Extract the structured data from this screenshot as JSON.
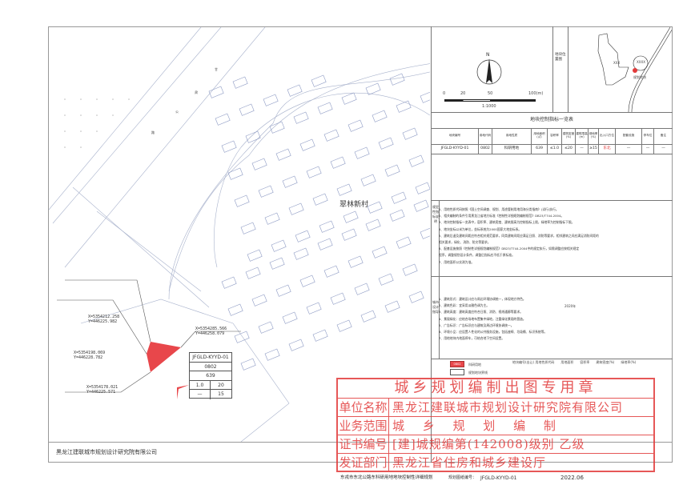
{
  "map": {
    "village_label": "翠林新村",
    "road_labels": [
      "甘",
      "肃",
      "公",
      "路"
    ],
    "parcel_color": "#e8474b",
    "coordinates": [
      {
        "x": "X=5354212.258",
        "y": "Y=446225.982"
      },
      {
        "x": "X=5354198.069",
        "y": "Y=446228.782"
      },
      {
        "x": "X=5354178.021",
        "y": "Y=446225.571"
      },
      {
        "x": "X=5354285.566",
        "y": "Y=446258.079"
      }
    ],
    "parcel_tag": {
      "code": "JFGLD-KYYD-01",
      "land_code": "0802",
      "area": "639",
      "far": "1.0",
      "density": "20",
      "height": "—",
      "green": "15"
    }
  },
  "compass": {
    "north": "N",
    "scale_ticks": [
      "0",
      "20",
      "50",
      "100(m)"
    ],
    "scale_ratio": "1:1000"
  },
  "location_map": {
    "label": "地块位置图",
    "site_label": "规划地块",
    "place_labels": [
      "XXX",
      "XXXX"
    ]
  },
  "index_table": {
    "title": "地块控制指标一览表",
    "headers": [
      "地块编号",
      "用地代码",
      "用地性质",
      "用地面积(㎡)",
      "容积率",
      "建筑密度(%)",
      "建筑限高(m)",
      "绿地率(%)",
      "出入口方位",
      "配套设施",
      "停车位",
      "备注"
    ],
    "rows": [
      [
        "JFGLD-KYYD-01",
        "0802",
        "科研用地",
        "639",
        "≤1.0",
        "≤20",
        "—",
        "≥15",
        "东北",
        "—",
        "—",
        "—"
      ]
    ],
    "highlight_color": "#e23a3a"
  },
  "notes_control": {
    "label": "规定性指标说明",
    "items": [
      "1、用地性质代码按照《国土空间调查、规划、用途管制用地用海分类指南》(试行)执行。",
      "2、相关编制的条件引用黑龙江省地方标准《控制性详细规划编制规范》DB23/T744-2004。",
      "3、地块控制指标一览表中，容积率、建筑密度、建筑限高为控制指标上限，绿地率为控制指标下限。",
      "4、地块坐标以米为单位，坐标系统为2000国家大地坐标系。",
      "5、建筑后退及建筑间距应符合相关规范要求，同类建筑间距应满足日照、消防等要求，相邻建筑之间应满足消防间距的",
      "   相关要求，绿化、消防、防灾等要求。",
      "6、配套设施按照《控制性详细规划编制规范》DB23/T744-2004中的规定执行，如需调整应按相关规定",
      "   程序，调整规划设计条件，调整后指标应不低于原标准。",
      "7、用地面积以实测为准。"
    ]
  },
  "notes_guide": {
    "label": "城市设计指导",
    "items": [
      "1、建筑形式：建筑设计应与周边环境协调统一，体现地方特色。",
      "2、建筑色彩：宜采用淡雅色调为主。",
      "3、建筑高度：建筑高度应符合日照、消防、视线通廊等要求。",
      "4、景观绿化：应结合场地布置集中绿地，注重绿化景观的营造。",
      "5、广告标识：广告标识应与建筑及周边环境协调统一。",
      "6、环境小品：应设置人性化的公共服务设施，包括座椅、垃圾桶、标识系统等。",
      "7、用地地块内地面停车，可结合地下空间设置。"
    ],
    "year": "2020年"
  },
  "legend": {
    "items": [
      {
        "swatch": "0802",
        "label": "科研用地"
      },
      {
        "swatch": "",
        "label": "规划地块界线"
      }
    ],
    "annotation_labels": [
      "地块编号(出让)  用地性质代码",
      "用地面积",
      "容积率",
      "建筑密度(%)",
      "绿地率(%)"
    ]
  },
  "stamp": {
    "title": "城乡规划编制出图专用章",
    "rows": [
      {
        "label": "单位名称",
        "value": "黑龙江建联城市规划设计研究院有限公司"
      },
      {
        "label": "业务范围",
        "value": "城　 乡　 规　 划　 编　 制"
      },
      {
        "label": "证书编号",
        "value": "[建]城规编第(142008)级别 乙级"
      },
      {
        "label": "发证部门",
        "value": "黑龙江省住房和城乡建设厅"
      }
    ],
    "color": "#e23a3a"
  },
  "title_block": {
    "drawing_no_label": "规划图纸编号：",
    "drawing_no": "JFGLD-KYYD-01",
    "project": "东戎市东北公路东科研用地地块控制性详细规划",
    "date": "2022.06"
  },
  "footer": {
    "company": "黑龙江建联城市规划设计研究院有限公司"
  }
}
